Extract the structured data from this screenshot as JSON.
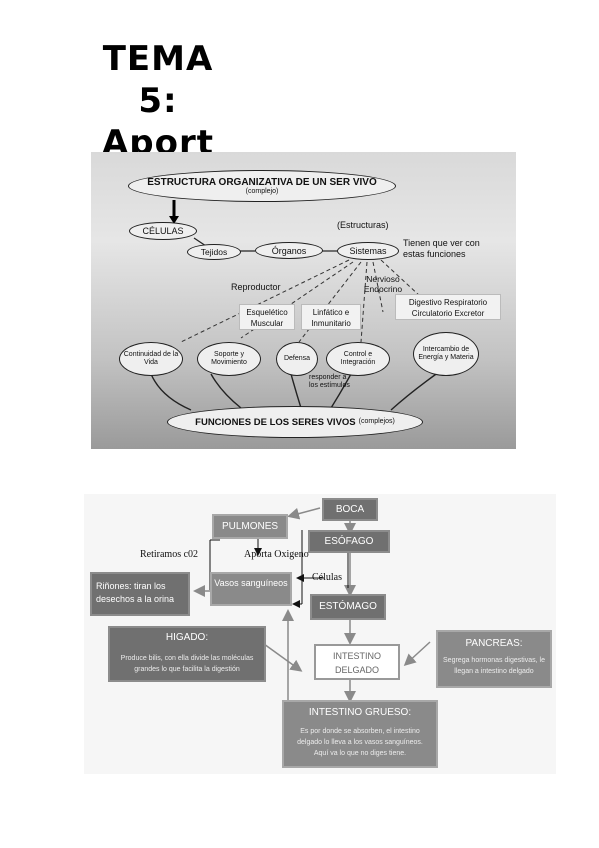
{
  "title": {
    "line1": "TEMA",
    "line2": "5:",
    "line3": "Aport"
  },
  "figure1": {
    "estructura": "ESTRUCTURA ORGANIZATIVA DE UN SER VIVO",
    "estructura_note": "(complejo)",
    "celulas": "CÉLULAS",
    "estructuras": "(Estructuras)",
    "tejidos": "Tejidos",
    "organos": "Órganos",
    "sistemas": "Sistemas",
    "tienen": "Tienen que ver con estas funciones",
    "reproductor": "Reproductor",
    "nervioso": "Nervioso Endocrino",
    "esqueletico": "Esquelético Muscular",
    "linfatico": "Linfático e Inmunitario",
    "digestivo": "Digestivo Respiratorio Circulatorio Excretor",
    "continuidad": "Continuidad de la Vida",
    "soporte": "Soporte y Movimiento",
    "defensa": "Defensa",
    "control": "Control e Integración",
    "intercambio": "Intercambio de Energía y Materia",
    "responder": "responder a los estímulos",
    "funciones": "FUNCIONES DE LOS SERES VIVOS",
    "funciones_note": "(complejos)"
  },
  "figure2": {
    "boca": "BOCA",
    "esofago": "ESÓFAGO",
    "estomago": "ESTÓMAGO",
    "intestino_delgado": "INTESTINO DELGADO",
    "intestino_grueso_title": "INTESTINO GRUESO:",
    "intestino_grueso_text": "Es por donde se absorben, el intestino delgado lo lleva a los vasos sanguíneos. Aquí va lo que no diges tiene.",
    "pulmones": "PULMONES",
    "vasos": "Vasos sanguíneos",
    "rinones": "Riñones: tiran los desechos a la orina",
    "higado_title": "HIGADO:",
    "higado_text": "Produce bilis, con ella divide las moléculas grandes lo que facilita la digestión",
    "pancreas_title": "PANCREAS:",
    "pancreas_text": "Segrega hormonas digestivas, le llegan a intestino delgado",
    "retiramos": "Retiramos c02",
    "aporta": "Aporta Oxigeno",
    "celulas": "Células"
  }
}
